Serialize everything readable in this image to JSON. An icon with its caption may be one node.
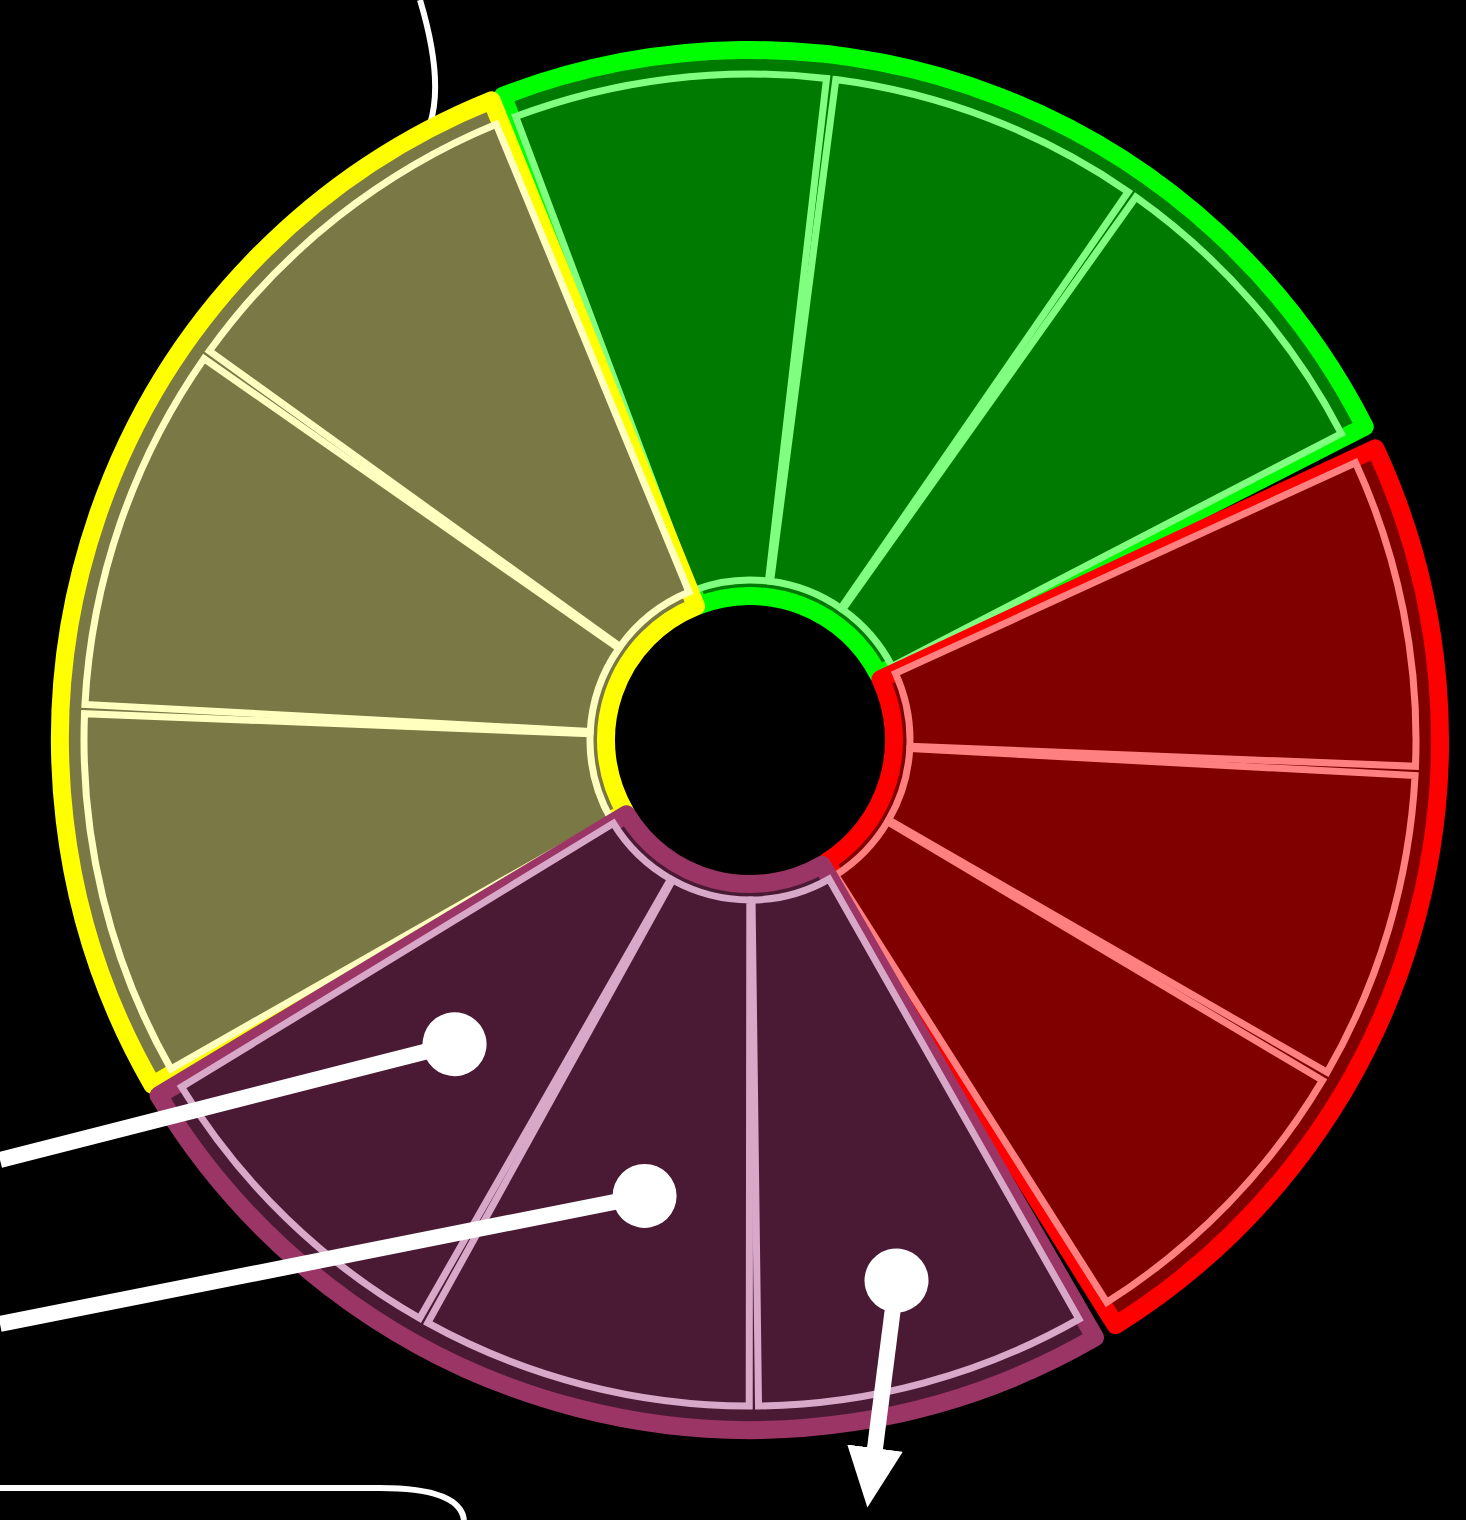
{
  "diagram": {
    "nodes": [
      {
        "text": [],
        "shape": "wedge"
      },
      {
        "text": [],
        "shape": "wedge",
        "in": 0
      },
      {
        "text": [],
        "shape": "wedge",
        "in": 0
      },
      {
        "text": [],
        "shape": "wedge",
        "in": 0
      },
      {
        "text": [],
        "shape": "wedge"
      },
      {
        "text": [],
        "shape": "wedge",
        "in": 4
      },
      {
        "text": [],
        "shape": "wedge",
        "in": 4
      },
      {
        "text": [],
        "shape": "wedge",
        "in": 4
      },
      {
        "text": [],
        "shape": "wedge"
      },
      {
        "text": [],
        "shape": "wedge",
        "in": 8
      },
      {
        "text": [],
        "shape": "wedge",
        "in": 8
      },
      {
        "text": [],
        "shape": "wedge",
        "in": 8
      },
      {
        "text": [],
        "shape": "wedge"
      },
      {
        "text": [],
        "shape": "wedge",
        "in": 12
      },
      {
        "text": [],
        "shape": "wedge",
        "in": 12
      },
      {
        "text": [],
        "shape": "wedge",
        "in": 12
      }
    ],
    "edges": [
      {
        "from": null,
        "to": 15,
        "arrow": "other"
      },
      {
        "from": null,
        "to": 14,
        "arrow": "other"
      },
      {
        "from": 13,
        "to": null,
        "arrow": "to"
      }
    ]
  }
}
